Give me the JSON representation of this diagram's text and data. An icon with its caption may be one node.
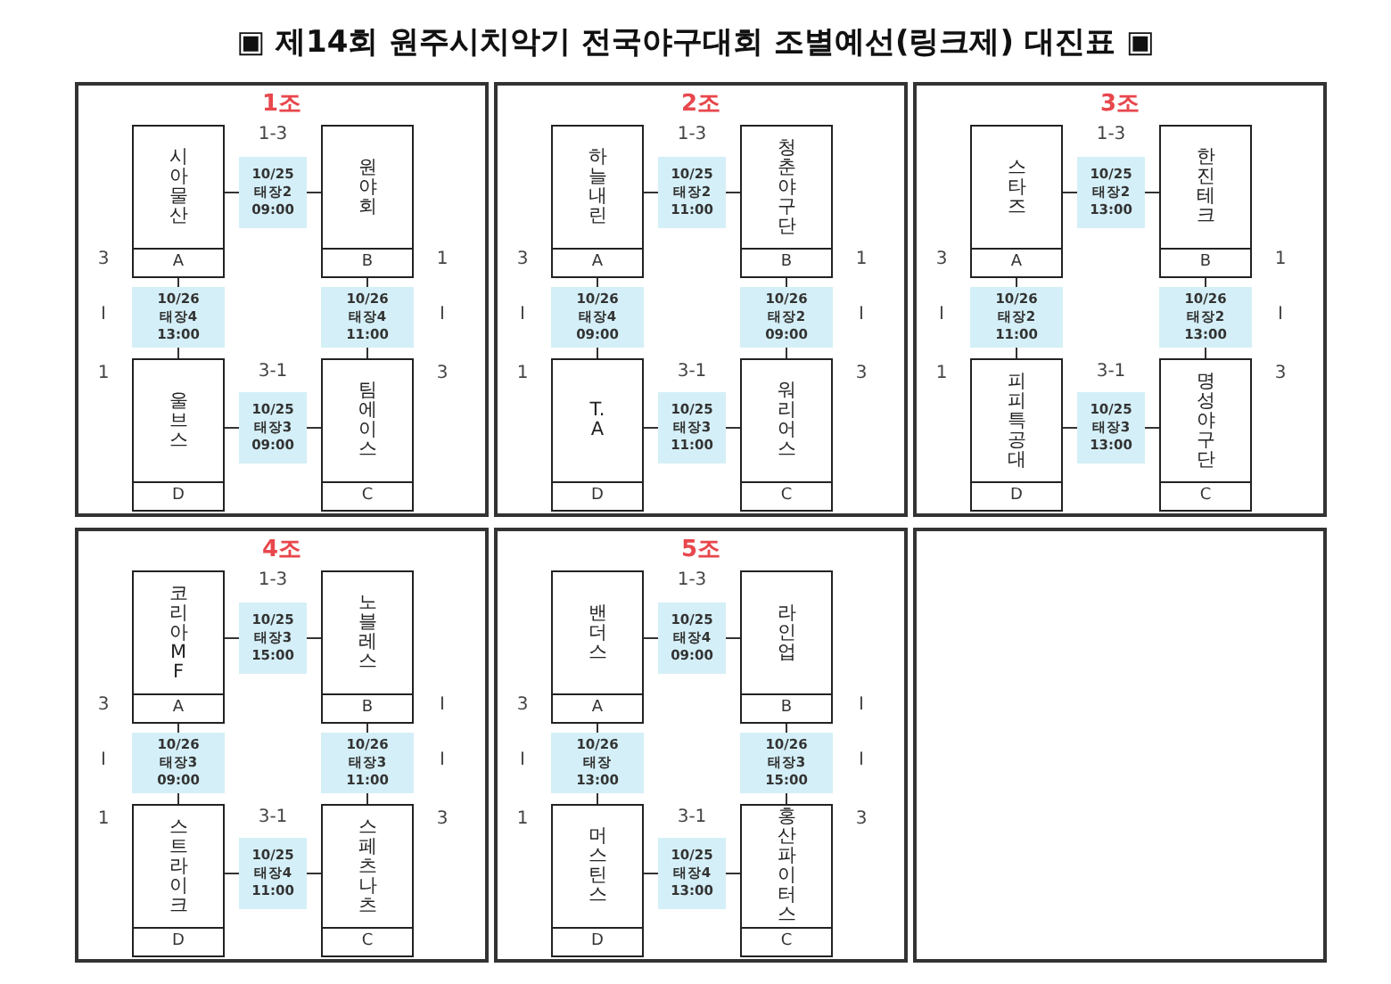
{
  "diagram": {
    "title": "▣ 제14회 원주시치악기 전국야구대회 조별예선(링크제) 대진표 ▣",
    "nodes": [
      {
        "text": [
          "1조"
        ]
      },
      {
        "text": [
          "시아물산",
          "A"
        ],
        "in": 0,
        "beside": [
          "3"
        ]
      },
      {
        "text": [
          "10/25 태장2 09:00"
        ],
        "in": 0,
        "beside": [
          "1-3"
        ]
      },
      {
        "text": [
          "원야회",
          "B"
        ],
        "in": 0,
        "beside": [
          "1"
        ]
      },
      {
        "text": [
          "10/26 태장4 13:00"
        ],
        "in": 0,
        "beside": [
          "I"
        ]
      },
      {
        "text": [
          "10/26 태장4 11:00"
        ],
        "in": 0,
        "beside": [
          "I"
        ]
      },
      {
        "text": [
          "울브스",
          "D"
        ],
        "in": 0,
        "beside": [
          "1"
        ]
      },
      {
        "text": [
          "10/25 태장3 09:00"
        ],
        "in": 0,
        "beside": [
          "3-1"
        ]
      },
      {
        "text": [
          "팀에이스",
          "C"
        ],
        "in": 0,
        "beside": [
          "3"
        ]
      },
      {
        "text": [
          "2조"
        ]
      },
      {
        "text": [
          "하늘내린",
          "A"
        ],
        "in": 9,
        "beside": [
          "3"
        ]
      },
      {
        "text": [
          "10/25 태장2 11:00"
        ],
        "in": 9,
        "beside": [
          "1-3"
        ]
      },
      {
        "text": [
          "청춘야구단",
          "B"
        ],
        "in": 9,
        "beside": [
          "1"
        ]
      },
      {
        "text": [
          "10/26 태장4 09:00"
        ],
        "in": 9,
        "beside": [
          "I"
        ]
      },
      {
        "text": [
          "10/26 태장2 09:00"
        ],
        "in": 9,
        "beside": [
          "I"
        ]
      },
      {
        "text": [
          "T.A",
          "D"
        ],
        "in": 9,
        "beside": [
          "1"
        ]
      },
      {
        "text": [
          "10/25 태장3 11:00"
        ],
        "in": 9,
        "beside": [
          "3-1"
        ]
      },
      {
        "text": [
          "워리어스",
          "C"
        ],
        "in": 9,
        "beside": [
          "3"
        ]
      },
      {
        "text": [
          "3조"
        ]
      },
      {
        "text": [
          "스타즈",
          "A"
        ],
        "in": 18,
        "beside": [
          "3"
        ]
      },
      {
        "text": [
          "10/25 태장2 13:00"
        ],
        "in": 18,
        "beside": [
          "1-3"
        ]
      },
      {
        "text": [
          "한진테크",
          "B"
        ],
        "in": 18,
        "beside": [
          "1"
        ]
      },
      {
        "text": [
          "10/26 태장2 11:00"
        ],
        "in": 18,
        "beside": [
          "I"
        ]
      },
      {
        "text": [
          "10/26 태장2 13:00"
        ],
        "in": 18,
        "beside": [
          "I"
        ]
      },
      {
        "text": [
          "피피특공대",
          "D"
        ],
        "in": 18,
        "beside": [
          "1"
        ]
      },
      {
        "text": [
          "10/25 태장3 13:00"
        ],
        "in": 18,
        "beside": [
          "3-1"
        ]
      },
      {
        "text": [
          "명성야구단",
          "C"
        ],
        "in": 18,
        "beside": [
          "3"
        ]
      },
      {
        "text": [
          "4조"
        ]
      },
      {
        "text": [
          "코리아MF",
          "A"
        ],
        "in": 27,
        "beside": [
          "3"
        ]
      },
      {
        "text": [
          "10/25 태장3 15:00"
        ],
        "in": 27,
        "beside": [
          "1-3"
        ]
      },
      {
        "text": [
          "노블레스",
          "B"
        ],
        "in": 27,
        "beside": [
          "I"
        ]
      },
      {
        "text": [
          "10/26 태장3 09:00"
        ],
        "in": 27,
        "beside": [
          "I"
        ]
      },
      {
        "text": [
          "10/26 태장3 11:00"
        ],
        "in": 27,
        "beside": [
          "I"
        ]
      },
      {
        "text": [
          "스트라이크",
          "D"
        ],
        "in": 27,
        "beside": [
          "1"
        ]
      },
      {
        "text": [
          "10/25 태장4 11:00"
        ],
        "in": 27,
        "beside": [
          "3-1"
        ]
      },
      {
        "text": [
          "스페츠나츠",
          "C"
        ],
        "in": 27,
        "beside": [
          "3"
        ]
      },
      {
        "text": [
          "5조"
        ]
      },
      {
        "text": [
          "밴더스",
          "A"
        ],
        "in": 36,
        "beside": [
          "3"
        ]
      },
      {
        "text": [
          "10/25 태장4 09:00"
        ],
        "in": 36,
        "beside": [
          "1-3"
        ]
      },
      {
        "text": [
          "라인업",
          "B"
        ],
        "in": 36,
        "beside": [
          "I"
        ]
      },
      {
        "text": [
          "10/26 태장 13:00"
        ],
        "in": 36,
        "beside": [
          "I"
        ]
      },
      {
        "text": [
          "10/26 태장3 15:00"
        ],
        "in": 36,
        "beside": [
          "I"
        ]
      },
      {
        "text": [
          "머스틴스",
          "D"
        ],
        "in": 36,
        "beside": [
          "1"
        ]
      },
      {
        "text": [
          "10/25 태장4 13:00"
        ],
        "in": 36,
        "beside": [
          "3-1"
        ]
      },
      {
        "text": [
          "홍산파이터스",
          "C"
        ],
        "in": 36,
        "beside": [
          "3"
        ]
      },
      {
        "text": [],
        "shape": "box"
      }
    ],
    "edges": [
      {
        "from": 1,
        "to": 2,
        "arrow": "none"
      },
      {
        "from": 2,
        "to": 3,
        "arrow": "none"
      },
      {
        "from": 1,
        "to": 4,
        "arrow": "none"
      },
      {
        "from": 4,
        "to": 6,
        "arrow": "none"
      },
      {
        "from": 3,
        "to": 5,
        "arrow": "none"
      },
      {
        "from": 5,
        "to": 8,
        "arrow": "none"
      },
      {
        "from": 6,
        "to": 7,
        "arrow": "none"
      },
      {
        "from": 7,
        "to": 8,
        "arrow": "none"
      },
      {
        "from": 10,
        "to": 11,
        "arrow": "none"
      },
      {
        "from": 11,
        "to": 12,
        "arrow": "none"
      },
      {
        "from": 10,
        "to": 13,
        "arrow": "none"
      },
      {
        "from": 13,
        "to": 15,
        "arrow": "none"
      },
      {
        "from": 12,
        "to": 14,
        "arrow": "none"
      },
      {
        "from": 14,
        "to": 17,
        "arrow": "none"
      },
      {
        "from": 15,
        "to": 16,
        "arrow": "none"
      },
      {
        "from": 16,
        "to": 17,
        "arrow": "none"
      },
      {
        "from": 19,
        "to": 20,
        "arrow": "none"
      },
      {
        "from": 20,
        "to": 21,
        "arrow": "none"
      },
      {
        "from": 19,
        "to": 22,
        "arrow": "none"
      },
      {
        "from": 22,
        "to": 24,
        "arrow": "none"
      },
      {
        "from": 21,
        "to": 23,
        "arrow": "none"
      },
      {
        "from": 23,
        "to": 26,
        "arrow": "none"
      },
      {
        "from": 24,
        "to": 25,
        "arrow": "none"
      },
      {
        "from": 25,
        "to": 26,
        "arrow": "none"
      },
      {
        "from": 28,
        "to": 29,
        "arrow": "none"
      },
      {
        "from": 29,
        "to": 30,
        "arrow": "none"
      },
      {
        "from": 28,
        "to": 31,
        "arrow": "none"
      },
      {
        "from": 31,
        "to": 33,
        "arrow": "none"
      },
      {
        "from": 30,
        "to": 32,
        "arrow": "none"
      },
      {
        "from": 32,
        "to": 35,
        "arrow": "none"
      },
      {
        "from": 33,
        "to": 34,
        "arrow": "none"
      },
      {
        "from": 34,
        "to": 35,
        "arrow": "none"
      },
      {
        "from": 37,
        "to": 38,
        "arrow": "none"
      },
      {
        "from": 38,
        "to": 39,
        "arrow": "none"
      },
      {
        "from": 37,
        "to": 40,
        "arrow": "none"
      },
      {
        "from": 40,
        "to": 42,
        "arrow": "none"
      },
      {
        "from": 39,
        "to": 41,
        "arrow": "none"
      },
      {
        "from": 41,
        "to": 44,
        "arrow": "none"
      },
      {
        "from": 42,
        "to": 43,
        "arrow": "none"
      },
      {
        "from": 43,
        "to": 44,
        "arrow": "none"
      }
    ]
  }
}
